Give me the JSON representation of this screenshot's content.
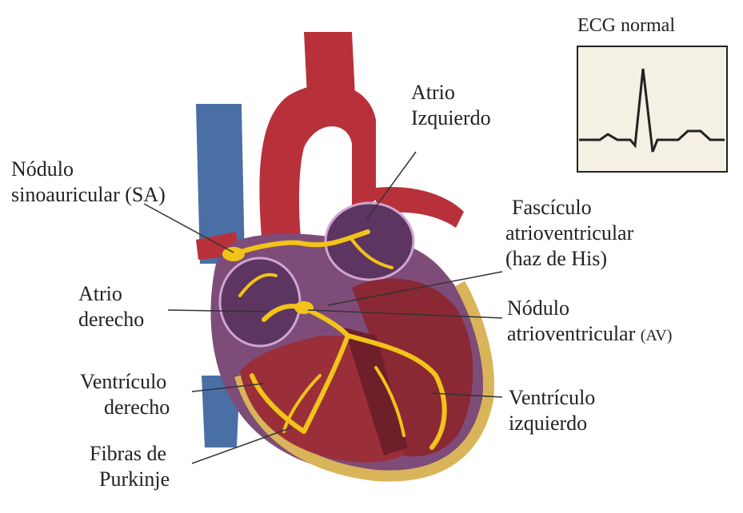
{
  "ecg": {
    "title": "ECG normal"
  },
  "labels": {
    "nodulo_sa": [
      "Nódulo",
      "sinoauricular (SA)"
    ],
    "atrio_izquierdo": [
      "Atrio",
      "Izquierdo"
    ],
    "fasciculo": [
      "Fascículo",
      "atrioventricular",
      "(haz de His)"
    ],
    "atrio_derecho": [
      "Atrio",
      "derecho"
    ],
    "nodulo_av_line1": "Nódulo",
    "nodulo_av_line2": "atrioventricular",
    "nodulo_av_abbr": "(AV)",
    "ventriculo_derecho": [
      "Ventrículo",
      "derecho"
    ],
    "ventriculo_izquierdo": [
      "Ventrículo",
      "izquierdo"
    ],
    "fibras_purkinje": [
      "Fibras de",
      "Purkinje"
    ]
  },
  "colors": {
    "aorta_red": "#b8313a",
    "vena_blue": "#4a6fa5",
    "heart_purple": "#7e4c78",
    "myocardium": "#9a2f3a",
    "conduction_yellow": "#f2c318",
    "fat_yellow": "#d9b45a"
  }
}
